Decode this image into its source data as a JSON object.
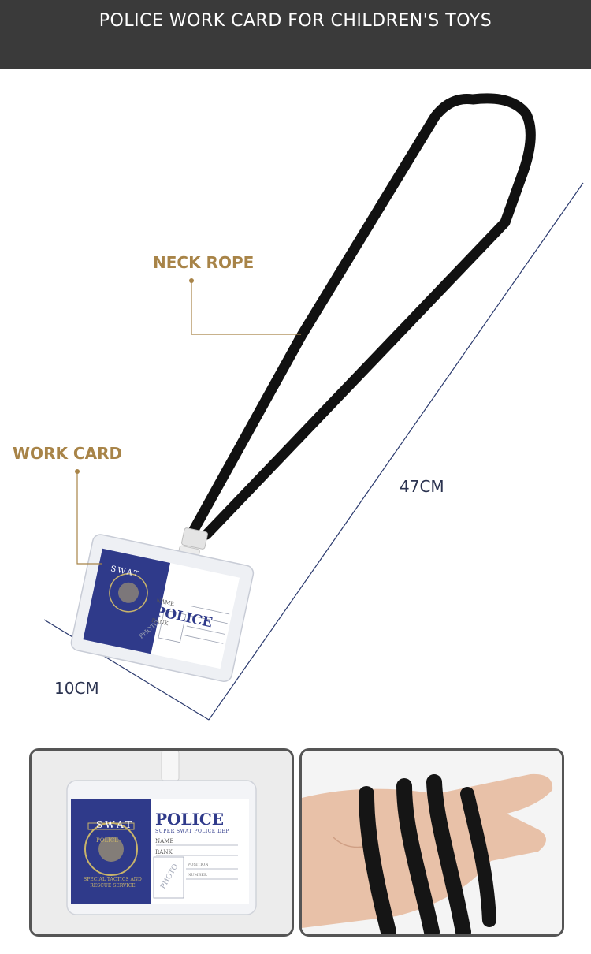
{
  "header": {
    "title": "POLICE WORK CARD FOR CHILDREN'S TOYS"
  },
  "callouts": {
    "neck_rope": "NECK ROPE",
    "work_card": "WORK CARD"
  },
  "dimensions": {
    "length": "47CM",
    "width": "10CM"
  },
  "badge": {
    "title": "POLICE",
    "subtitle": "SUPER SWAT POLICE DEP.",
    "name_label": "NAME",
    "rank_label": "RANK",
    "position_label": "POSITION",
    "number_label": "NUMBER",
    "photo_label": "PHOTO",
    "seal_top": "SWAT",
    "seal_ring": "POLICE",
    "seal_caption": "SPECIAL TACTICS AND RESCUE SERVICE"
  },
  "colors": {
    "header_bg": "#3a3a3a",
    "callout_gold": "#a88448",
    "dimension_line": "#2b3a6e",
    "badge_navy": "#2f3a8a",
    "lanyard": "#111111"
  }
}
